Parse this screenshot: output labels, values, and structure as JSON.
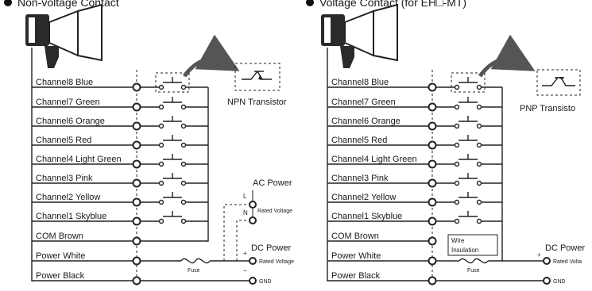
{
  "panels": [
    {
      "title": "Non-voltage Contact",
      "switch_type_label": "NPN Transistor",
      "channels": [
        "Channel8 Blue",
        "Channel7 Green",
        "Channel6 Orange",
        "Channel5 Red",
        "Channel4 Light Green",
        "Channel3 Pink",
        "Channel2 Yellow",
        "Channel1 Skyblue",
        "COM Brown",
        "Power White",
        "Power Black"
      ],
      "ac_power": "AC Power",
      "ac_l": "L",
      "ac_n": "N",
      "ac_rated": "Rated Voltage",
      "dc_power": "DC Power",
      "dc_plus": "+",
      "dc_minus": "−",
      "dc_rated": "Rated Voltage",
      "gnd": "GND",
      "fuse": "Fuse"
    },
    {
      "title": "Voltage Contact (for EH□-MT)",
      "switch_type_label": "PNP Transisto",
      "channels": [
        "Channel8 Blue",
        "Channel7 Green",
        "Channel6 Orange",
        "Channel5 Red",
        "Channel4 Light Green",
        "Channel3 Pink",
        "Channel2 Yellow",
        "Channel1 Skyblue",
        "COM Brown",
        "Power White",
        "Power Black"
      ],
      "wire_line1": "Wire",
      "wire_line2": "Insulation",
      "dc_power": "DC Power",
      "dc_plus": "+",
      "dc_rated": "Rated Volta",
      "gnd": "GND",
      "fuse": "Fuse"
    }
  ]
}
